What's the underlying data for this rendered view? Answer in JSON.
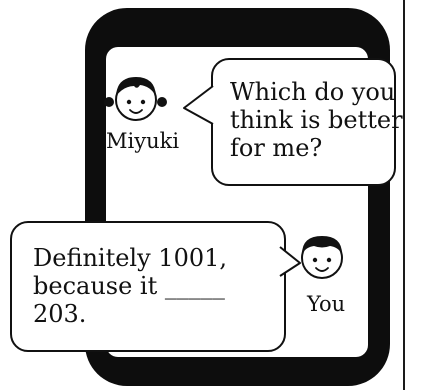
{
  "miyuki": {
    "name": "Miyuki",
    "speech": [
      "Which do you",
      "think is better",
      "for me?"
    ]
  },
  "you": {
    "name": "You",
    "speech": [
      "Definitely 1001,",
      "because it _____",
      "203."
    ]
  }
}
